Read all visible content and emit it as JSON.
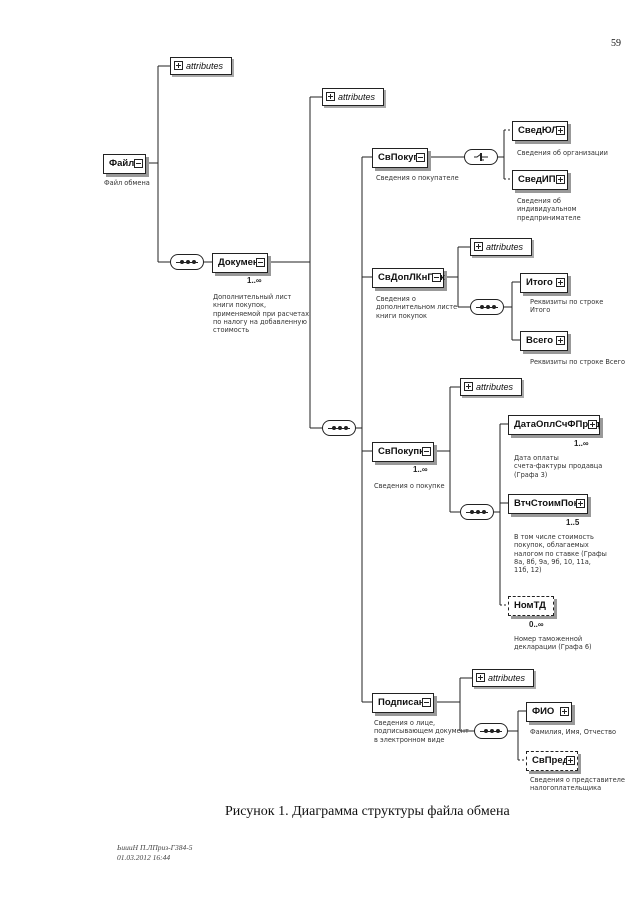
{
  "page_number": "59",
  "caption": "Рисунок 1. Диаграмма структуры файла обмена",
  "footer": {
    "line1": "ЬиииН П.ЛПриз-Г384-5",
    "line2": "01.03.2012 16:44"
  },
  "attributes_label": "attributes",
  "nodes": {
    "fajl": {
      "label": "Файл",
      "desc": "Файл обмена"
    },
    "dokument": {
      "label": "Документ",
      "card": "1..∞",
      "desc": "Дополнительный лист\nкниги покупок,\nприменяемой при расчетах\nпо налогу на добавленную\nстоимость"
    },
    "svpokup": {
      "label": "СвПокуп",
      "desc": "Сведения о покупателе"
    },
    "svedyul": {
      "label": "СведЮЛ",
      "desc": "Сведения об организации"
    },
    "svedip": {
      "label": "СведИП",
      "desc": "Сведения об\nиндивидуальном\nпредпринимателе"
    },
    "svdoplknpok": {
      "label": "СвДопЛКнПок",
      "desc": "Сведения о\nдополнительном листе\nкниги покупок"
    },
    "itogo": {
      "label": "Итого",
      "desc": "Реквизиты по строке\nИтого"
    },
    "vsego": {
      "label": "Всего",
      "desc": "Реквизиты по строке Всего"
    },
    "svpokupka": {
      "label": "СвПокупка",
      "card": "1..∞",
      "desc": "Сведения о покупке"
    },
    "dataopl": {
      "label": "ДатаОплСчФПрод",
      "card": "1..∞",
      "desc": "Дата оплаты\nсчета-фактуры продавца\n(Графа 3)"
    },
    "vtchstoim": {
      "label": "ВтчСтоимПок",
      "card": "1..5",
      "desc": "В том числе стоимость\nпокупок, облагаемых\nналогом по ставке (Графы\n8а, 8б, 9а, 9б, 10, 11а,\n11б, 12)"
    },
    "nomtd": {
      "label": "НомТД",
      "card": "0..∞",
      "desc": "Номер таможенной\nдекларации (Графа 6)"
    },
    "podpisant": {
      "label": "Подписант",
      "desc": "Сведения о лице,\nподписывающем документ\nв электронном виде"
    },
    "fio": {
      "label": "ФИО",
      "desc": "Фамилия, Имя, Отчество"
    },
    "svpred": {
      "label": "СвПред",
      "desc": "Сведения о представителе\nналогоплательщика"
    }
  }
}
